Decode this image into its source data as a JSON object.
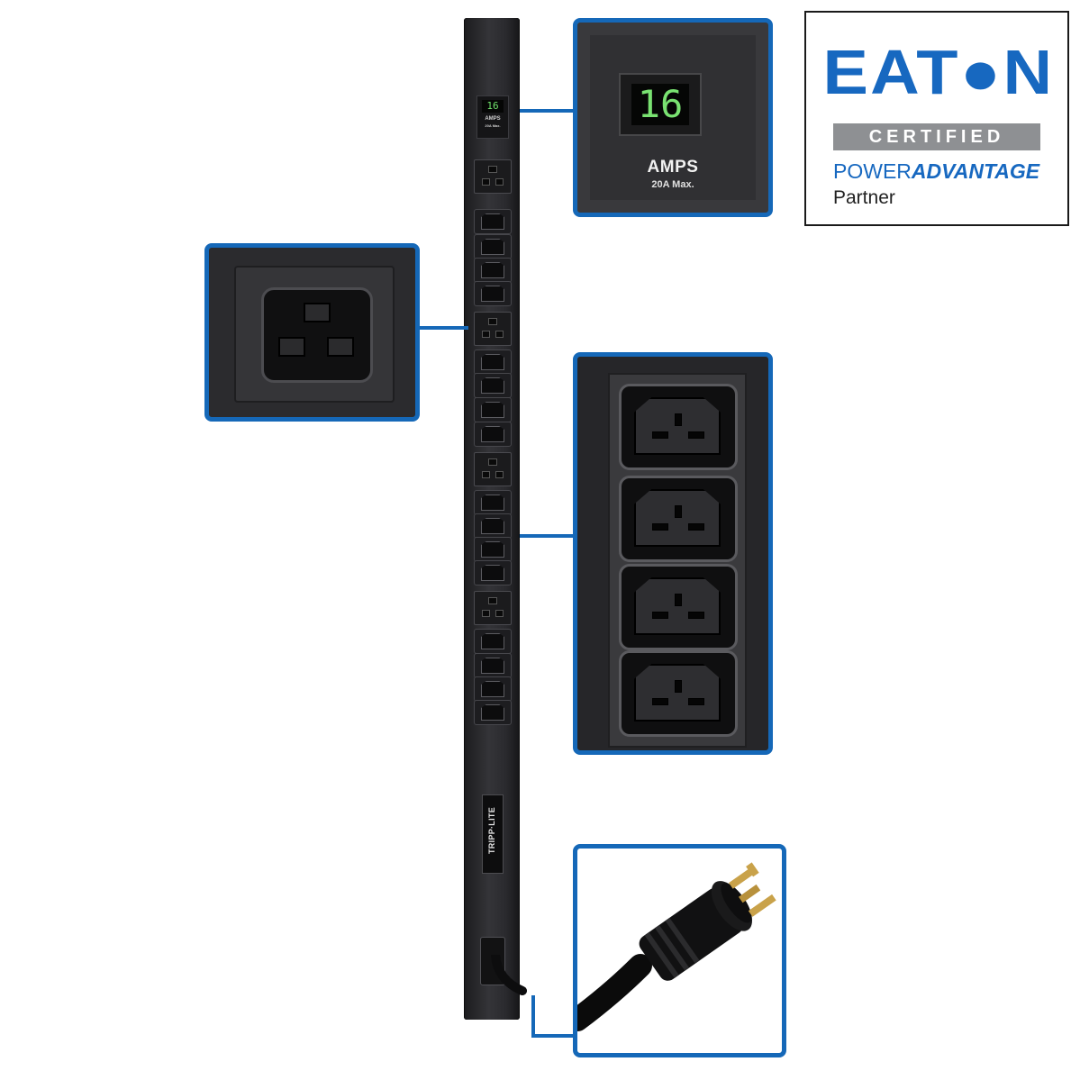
{
  "pdu": {
    "display_value": "16",
    "display_unit": "AMPS",
    "display_max": "20A Max.",
    "brand": "TRIPP·LITE"
  },
  "callout_display": {
    "value": "16",
    "unit": "AMPS",
    "max": "20A Max."
  },
  "eaton": {
    "logo": "EAT●N",
    "certified": "CERTIFIED",
    "program_prefix": "POWER",
    "program_name": "ADVANTAGE",
    "partner": "Partner"
  },
  "colors": {
    "callout_blue": "#1568b8",
    "display_green": "#79e271",
    "eaton_blue": "#1768c0",
    "certified_gray": "#8e9093"
  }
}
